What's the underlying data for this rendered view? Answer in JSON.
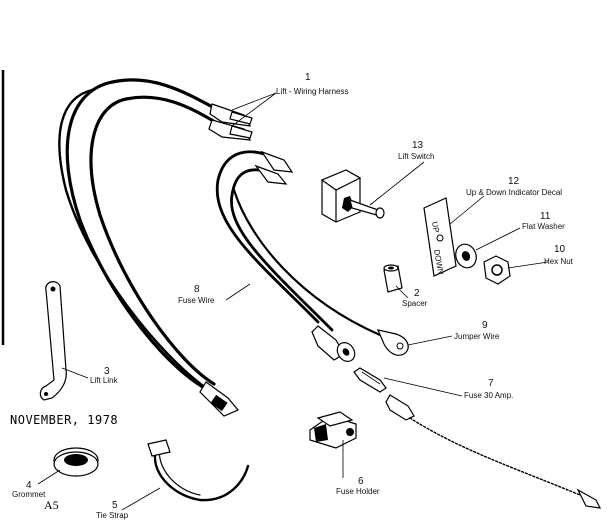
{
  "footer": {
    "date": "NOVEMBER, 1978",
    "page": "A5"
  },
  "parts": [
    {
      "id": "1",
      "label": "Lift - Wiring Harness"
    },
    {
      "id": "2",
      "label": "Spacer"
    },
    {
      "id": "3",
      "label": "Lift Link"
    },
    {
      "id": "4",
      "label": "Grommet"
    },
    {
      "id": "5",
      "label": "Tie Strap"
    },
    {
      "id": "6",
      "label": "Fuse Holder"
    },
    {
      "id": "7",
      "label": "Fuse 30 Amp."
    },
    {
      "id": "8",
      "label": "Fuse Wire"
    },
    {
      "id": "9",
      "label": "Jumper Wire"
    },
    {
      "id": "10",
      "label": "Hex Nut"
    },
    {
      "id": "11",
      "label": "Flat Washer"
    },
    {
      "id": "12",
      "label": "Up & Down Indicator Decal"
    },
    {
      "id": "13",
      "label": "Lift Switch"
    }
  ],
  "decal": {
    "top": "UP",
    "bottom": "DOWN"
  }
}
